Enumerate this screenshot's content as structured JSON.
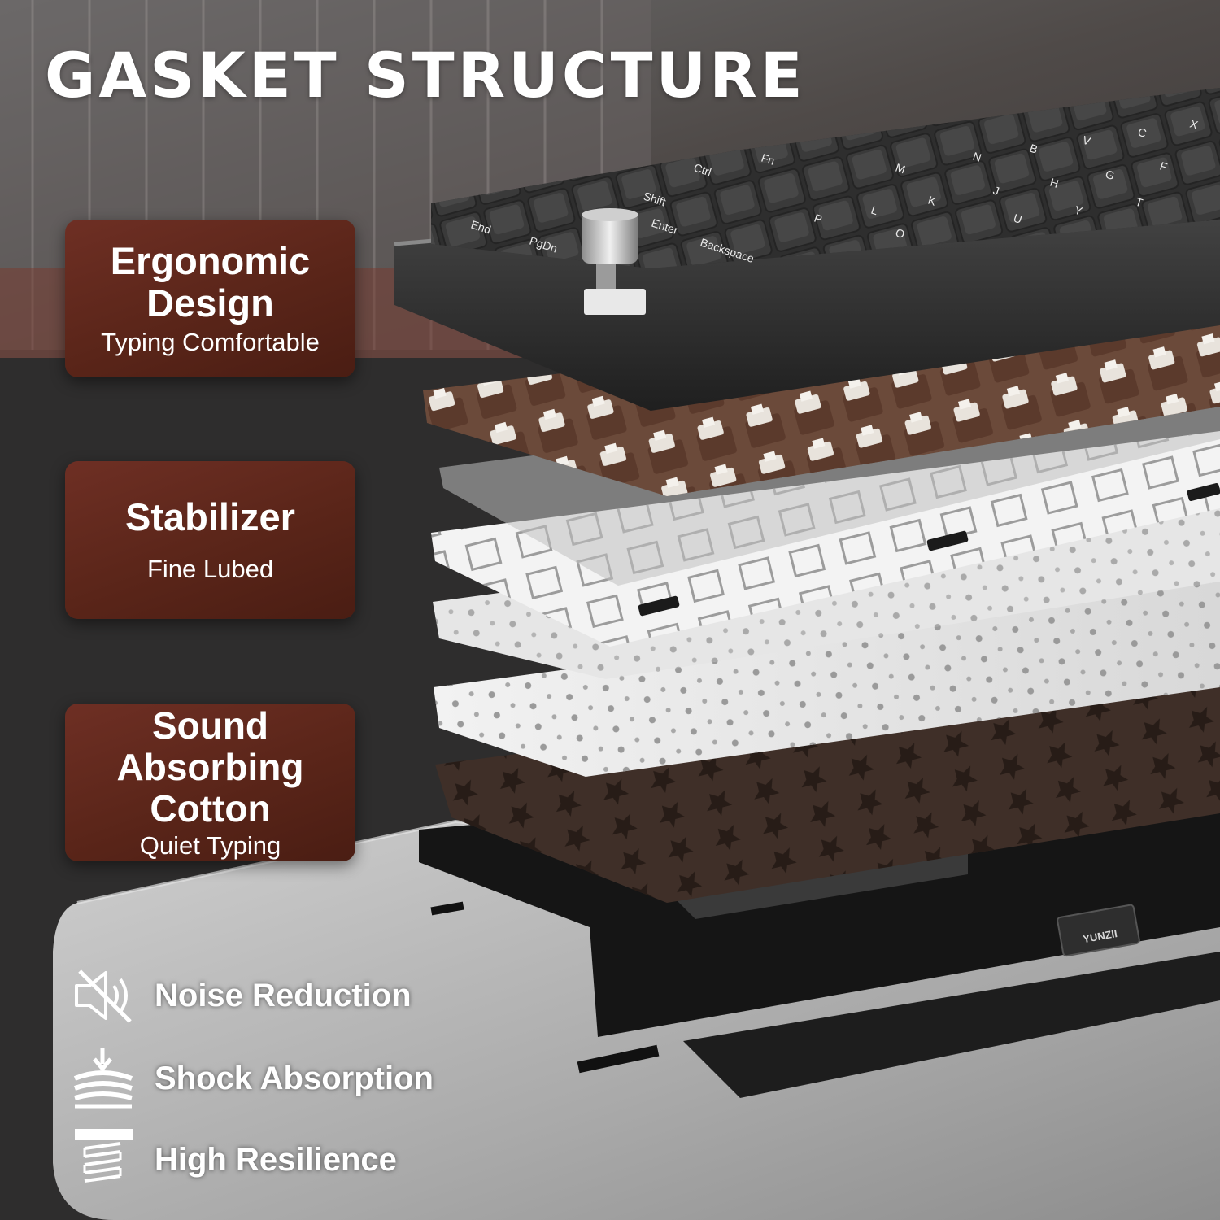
{
  "title": "GASKET STRUCTURE",
  "cards": [
    {
      "heading_lines": [
        "Ergonomic",
        "Design"
      ],
      "subtitle": "Typing Comfortable"
    },
    {
      "heading_lines": [
        "Stabilizer"
      ],
      "subtitle": "Fine Lubed"
    },
    {
      "heading_lines": [
        "Sound",
        "Absorbing",
        "Cotton"
      ],
      "subtitle": "Quiet Typing"
    }
  ],
  "features": [
    {
      "label": "Noise Reduction",
      "icon": "muted-speaker-icon"
    },
    {
      "label": "Shock Absorption",
      "icon": "compression-layers-icon"
    },
    {
      "label": "High Resilience",
      "icon": "spring-icon"
    }
  ],
  "product": {
    "brand_tag": "YUNZII",
    "keycap_legends": [
      "End",
      "PgDn",
      "Shift",
      "Enter",
      "Backspace",
      "Ctrl",
      "Fn",
      "M",
      "N",
      "B",
      "V",
      "C",
      "X",
      "K",
      "J",
      "H",
      "G",
      "F",
      "L",
      "P",
      "O",
      "U",
      "Y",
      "T"
    ]
  },
  "colors": {
    "card_brown": "#5a2519",
    "title_text": "#ffffff",
    "backdrop_dark": "#2b2b2b",
    "mat_grey": "#b9b9b9"
  }
}
